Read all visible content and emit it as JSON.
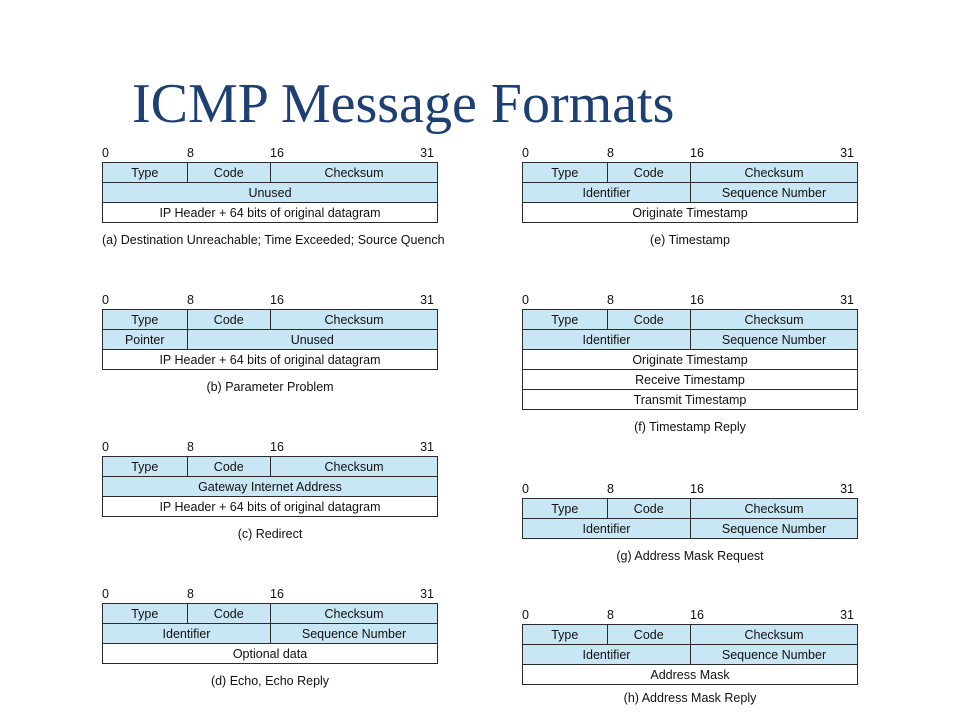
{
  "title": "ICMP Message Formats",
  "bits": [
    "0",
    "8",
    "16",
    "31"
  ],
  "labels": {
    "type": "Type",
    "code": "Code",
    "checksum": "Checksum",
    "unused": "Unused",
    "ip_header": "IP Header + 64 bits of original datagram",
    "pointer": "Pointer",
    "gateway": "Gateway Internet Address",
    "identifier": "Identifier",
    "sequence": "Sequence Number",
    "optional": "Optional data",
    "originate": "Originate Timestamp",
    "receive": "Receive Timestamp",
    "transmit": "Transmit Timestamp",
    "address_mask": "Address Mask"
  },
  "captions": {
    "a": "(a) Destination Unreachable; Time Exceeded; Source Quench",
    "b": "(b) Parameter Problem",
    "c": "(c) Redirect",
    "d": "(d) Echo, Echo Reply",
    "e": "(e) Timestamp",
    "f": "(f) Timestamp Reply",
    "g": "(g) Address Mask Request",
    "h": "(h) Address Mask Reply"
  }
}
